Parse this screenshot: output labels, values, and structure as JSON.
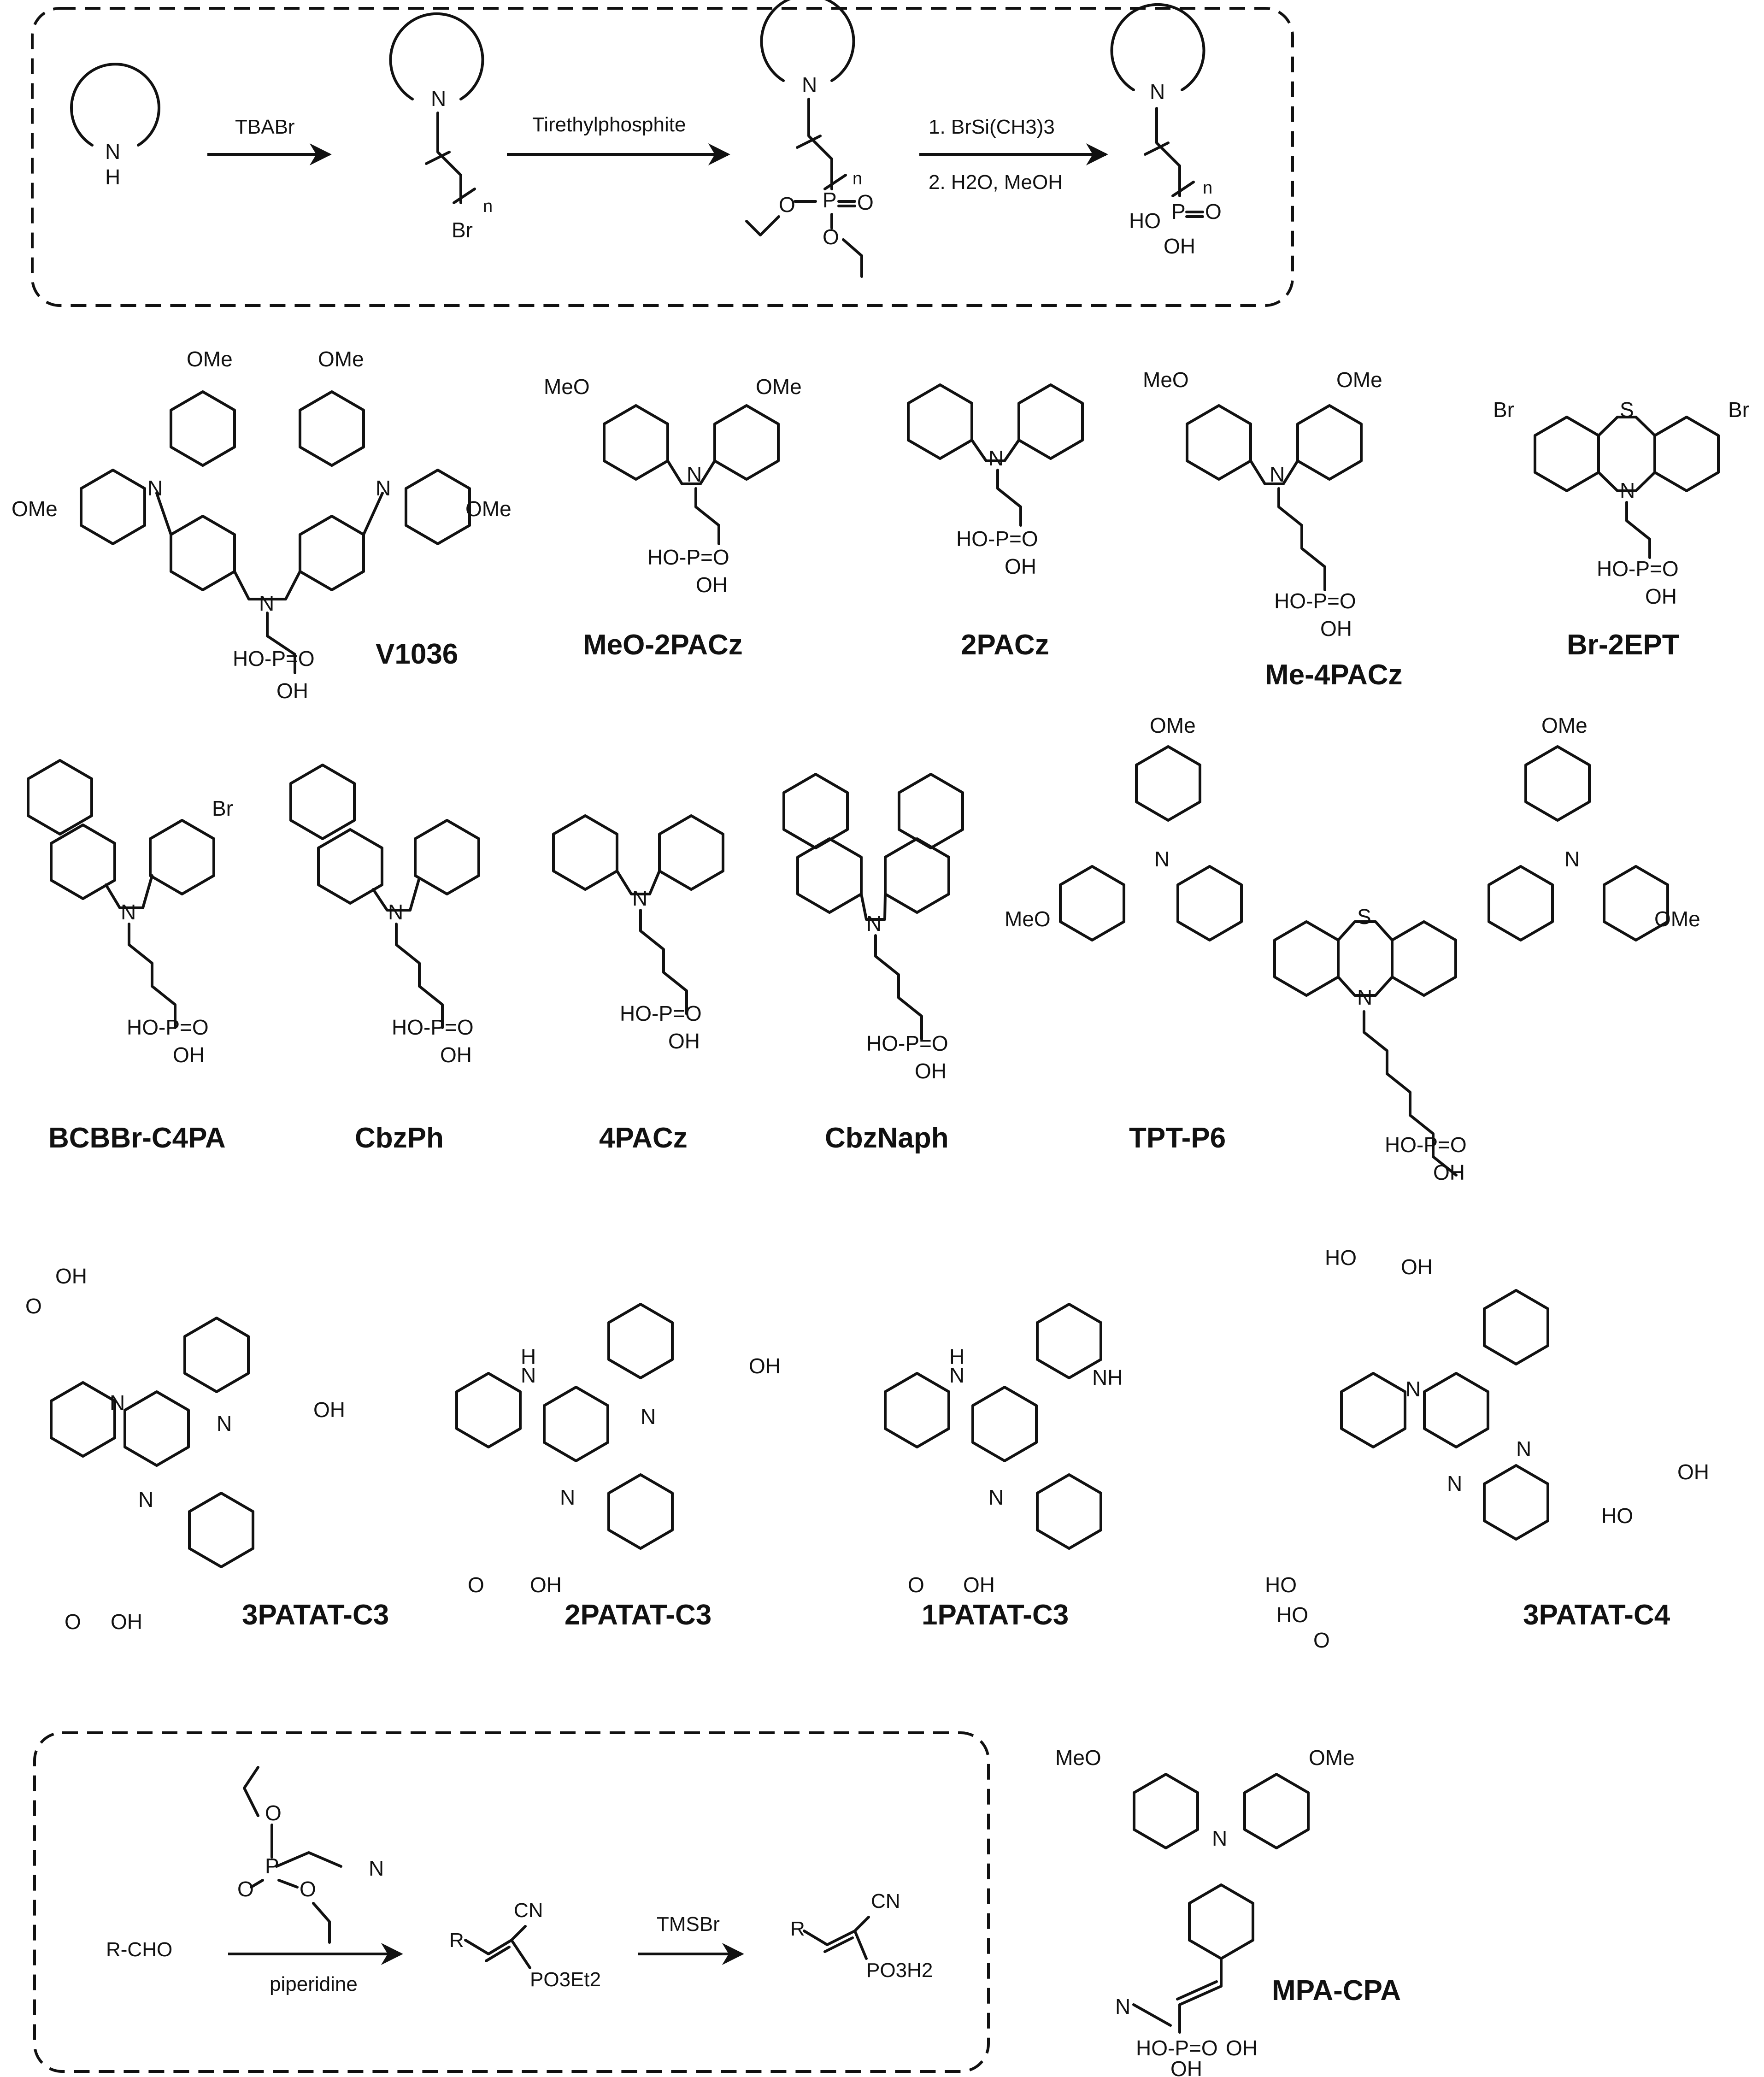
{
  "scheme_top": {
    "steps": [
      {
        "line1": "TBABr",
        "line2": ""
      },
      {
        "line1": "Tirethylphosphite",
        "line2": ""
      },
      {
        "line1": "1. BrSi(CH3)3",
        "line2": "2. H2O, MeOH"
      }
    ],
    "labels": {
      "n": "n",
      "nh_n": "N",
      "nh_h": "H",
      "br": "Br",
      "o": "O",
      "p": "P",
      "ho": "HO",
      "oh": "OH",
      "po": "P=O"
    }
  },
  "molecules": [
    {
      "name": "V1036"
    },
    {
      "name": "MeO-2PACz"
    },
    {
      "name": "2PACz"
    },
    {
      "name": "Me-4PACz"
    },
    {
      "name": "Br-2EPT"
    },
    {
      "name": "BCBBr-C4PA"
    },
    {
      "name": "CbzPh"
    },
    {
      "name": "4PACz"
    },
    {
      "name": "CbzNaph"
    },
    {
      "name": "TPT-P6"
    },
    {
      "name": "3PATAT-C3"
    },
    {
      "name": "2PATAT-C3"
    },
    {
      "name": "1PATAT-C3"
    },
    {
      "name": "3PATAT-C4"
    },
    {
      "name": "MPA-CPA"
    }
  ],
  "atoms": {
    "ome": "OMe",
    "meo": "MeO",
    "n": "N",
    "s": "S",
    "br": "Br",
    "nh": "NH",
    "h": "H",
    "cn": "N",
    "acid": "HO-P=O",
    "oh": "OH",
    "ho": "HO",
    "o": "O",
    "p": "P"
  },
  "scheme_bottom": {
    "reactant": "R-CHO",
    "reagent_cond": "piperidine",
    "step2": "TMSBr",
    "prod1_r": "R",
    "prod1_cn": "CN",
    "prod1_po": "PO3Et2",
    "prod2_r": "R",
    "prod2_cn": "CN",
    "prod2_po": "PO3H2",
    "reagent_n": "N"
  }
}
